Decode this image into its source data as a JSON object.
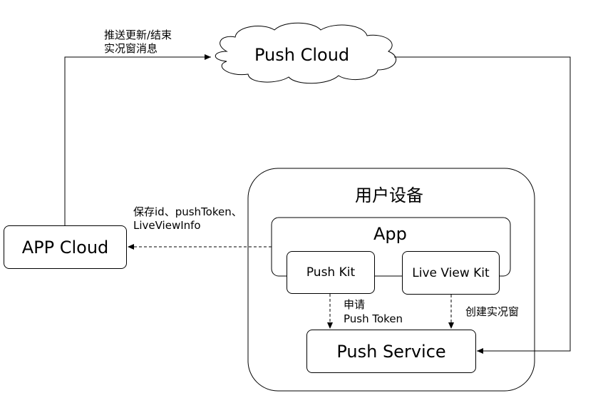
{
  "nodes": {
    "push_cloud": "Push Cloud",
    "app_cloud": "APP Cloud",
    "device": "用户设备",
    "app": "App",
    "push_kit": "Push Kit",
    "live_view_kit": "Live View Kit",
    "push_service": "Push Service"
  },
  "edges": {
    "send_update_line1": "推送更新/结束",
    "send_update_line2": "实况窗消息",
    "save_line1": "保存id、pushToken、",
    "save_line2": "LiveViewInfo",
    "apply_line1": "申请",
    "apply_line2": "Push Token",
    "create_live_window": "创建实况窗"
  }
}
